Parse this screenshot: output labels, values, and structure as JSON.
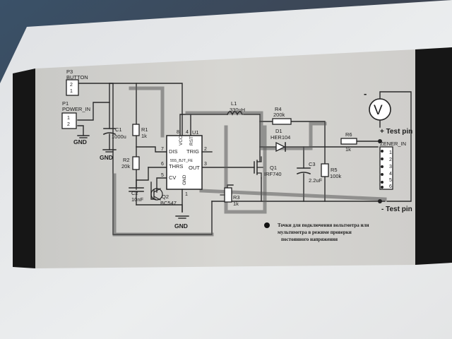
{
  "schematic": {
    "p3": {
      "ref": "P3",
      "name": "BUTTON",
      "pin2": "2",
      "pin1": "1"
    },
    "p1": {
      "ref": "P1",
      "name": "POWER_IN",
      "pin1": "1",
      "pin2": "2"
    },
    "gnd": "GND",
    "c1": {
      "ref": "C1",
      "value": "1000u"
    },
    "r1": {
      "ref": "R1",
      "value": "1k"
    },
    "r2": {
      "ref": "R2",
      "value": "20k"
    },
    "c2": {
      "ref": "C2",
      "value": "10nF"
    },
    "q2": {
      "ref": "Q2",
      "value": "BC547"
    },
    "u1": {
      "ref": "U1",
      "name": "555_BJT_FE",
      "pin_dis": "DIS",
      "pin_thrs": "THRS",
      "pin_cv": "CV",
      "pin_gnd": "GND",
      "pin_vcc": "VCC",
      "pin_rst": "RST",
      "pin_trig": "TRIG",
      "pin_out": "OUT",
      "n7": "7",
      "n6": "6",
      "n5": "5",
      "n8": "8",
      "n4": "4",
      "n2": "2",
      "n3": "3",
      "n1": "1"
    },
    "l1": {
      "ref": "L1",
      "value": "330uH"
    },
    "r4": {
      "ref": "R4",
      "value": "200k"
    },
    "d1": {
      "ref": "D1",
      "value": "HER104"
    },
    "q1": {
      "ref": "Q1",
      "value": "IRF740"
    },
    "r3": {
      "ref": "R3",
      "value": "1k"
    },
    "c3": {
      "ref": "C3",
      "value": "2.2uF"
    },
    "r5": {
      "ref": "R5",
      "value": "100k"
    },
    "r6": {
      "ref": "R6",
      "value": "1k"
    },
    "zener": {
      "name": "ZENER_IN",
      "pins": [
        "1",
        "2",
        "3",
        "4",
        "5",
        "6"
      ]
    },
    "meter": {
      "symbol": "V",
      "minus": "-",
      "test_plus": "+ Test pin",
      "test_minus": "- Test pin"
    },
    "note": {
      "line1": "Точки для подключения вольтметра или",
      "line2": "мультиметра в режиме проверки",
      "line3": "постоянного напряжения"
    }
  }
}
